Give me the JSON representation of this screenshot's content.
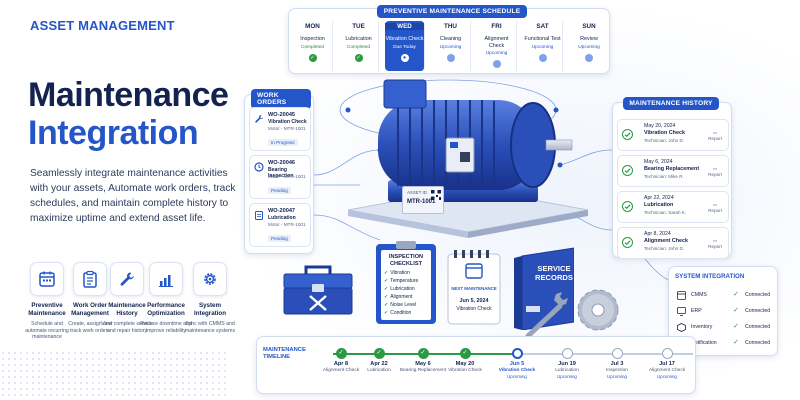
{
  "hero": {
    "eyebrow": "ASSET MANAGEMENT",
    "title_line1": "Maintenance",
    "title_line2": "Integration",
    "description": "Seamlessly integrate maintenance activities with your assets, Automate work orders, track schedules, and maintain complete history to maximize uptime and extend asset life."
  },
  "features": [
    {
      "icon": "calendar-icon",
      "title": "Preventive Maintenance",
      "desc": "Schedule and automate recurring maintenance"
    },
    {
      "icon": "clipboard-icon",
      "title": "Work Order Management",
      "desc": "Create, assign and track work orders"
    },
    {
      "icon": "wrench-icon",
      "title": "Maintenance History",
      "desc": "View complete service and repair history"
    },
    {
      "icon": "bar-chart-icon",
      "title": "Performance Optimization",
      "desc": "Reduce downtime and improve reliability"
    },
    {
      "icon": "gear-icon",
      "title": "System Integration",
      "desc": "Sync with CMMS and maintenance systems"
    }
  ],
  "schedule": {
    "title": "PREVENTIVE MAINTENANCE SCHEDULE",
    "days": [
      {
        "day": "MON",
        "task": "Inspection",
        "status": "Completed"
      },
      {
        "day": "TUE",
        "task": "Lubrication",
        "status": "Completed"
      },
      {
        "day": "WED",
        "task": "Vibration Check",
        "status": "Due Today"
      },
      {
        "day": "THU",
        "task": "Cleaning",
        "status": "Upcoming"
      },
      {
        "day": "FRI",
        "task": "Alignment Check",
        "status": "Upcoming"
      },
      {
        "day": "SAT",
        "task": "Functional Test",
        "status": "Upcoming"
      },
      {
        "day": "SUN",
        "task": "Review",
        "status": "Upcoming"
      }
    ]
  },
  "work_orders": {
    "title": "WORK ORDERS",
    "items": [
      {
        "id": "WO-20045",
        "name": "Vibration Check",
        "asset": "Motor - MTR-1001",
        "status": "In Progress",
        "icon": "wrench-icon"
      },
      {
        "id": "WO-20046",
        "name": "Bearing Inspection",
        "asset": "Motor - MTR-1001",
        "status": "Pending",
        "icon": "clock-icon"
      },
      {
        "id": "WO-20047",
        "name": "Lubrication",
        "asset": "Motor - MTR-1001",
        "status": "Pending",
        "icon": "clipboard-icon"
      }
    ]
  },
  "history": {
    "title": "MAINTENANCE HISTORY",
    "items": [
      {
        "date": "May 20, 2024",
        "task": "Vibration Check",
        "tech": "Technician: John D.",
        "report": "Report"
      },
      {
        "date": "May 6, 2024",
        "task": "Bearing Replacement",
        "tech": "Technician: Mike R.",
        "report": "Report"
      },
      {
        "date": "Apr 22, 2024",
        "task": "Lubrication",
        "tech": "Technician: Sarah K.",
        "report": "Report"
      },
      {
        "date": "Apr 8, 2024",
        "task": "Alignment Check",
        "tech": "Technician: John D.",
        "report": "Report"
      }
    ]
  },
  "system_integration": {
    "title": "SYSTEM INTEGRATION",
    "items": [
      {
        "name": "CMMS",
        "status": "Connected"
      },
      {
        "name": "ERP",
        "status": "Connected"
      },
      {
        "name": "Inventory",
        "status": "Connected"
      },
      {
        "name": "Notification",
        "status": "Connected"
      }
    ]
  },
  "timeline": {
    "title": "MAINTENANCE TIMELINE",
    "nodes": [
      {
        "date": "Apr 8",
        "label": "Alignment Check",
        "state": "done"
      },
      {
        "date": "Apr 22",
        "label": "Lubrication",
        "state": "done"
      },
      {
        "date": "May 6",
        "label": "Bearing Replacement",
        "state": "done"
      },
      {
        "date": "May 20",
        "label": "Vibration Check",
        "state": "done"
      },
      {
        "date": "Jun 5",
        "label": "Vibration Check",
        "sub": "Upcoming",
        "state": "next"
      },
      {
        "date": "Jun 19",
        "label": "Lubrication",
        "sub": "Upcoming",
        "state": "future"
      },
      {
        "date": "Jul 3",
        "label": "Inspection",
        "sub": "Upcoming",
        "state": "future"
      },
      {
        "date": "Jul 17",
        "label": "Alignment Check",
        "sub": "Upcoming",
        "state": "future"
      }
    ]
  },
  "checklist": {
    "title": "INSPECTION CHECKLIST",
    "items": [
      "Vibration",
      "Temperature",
      "Lubrication",
      "Alignment",
      "Noise Level",
      "Condition"
    ]
  },
  "calendar": {
    "header": "NEXT MAINTENANCE",
    "date": "Jun 5, 2024",
    "task": "Vibration Check"
  },
  "binder": {
    "title": "SERVICE RECORDS"
  },
  "asset_tag": {
    "label": "ASSET ID",
    "id": "MTR-1001"
  },
  "colors": {
    "brand": "#2456c9",
    "navy": "#13224f",
    "success": "#2a9a44"
  }
}
